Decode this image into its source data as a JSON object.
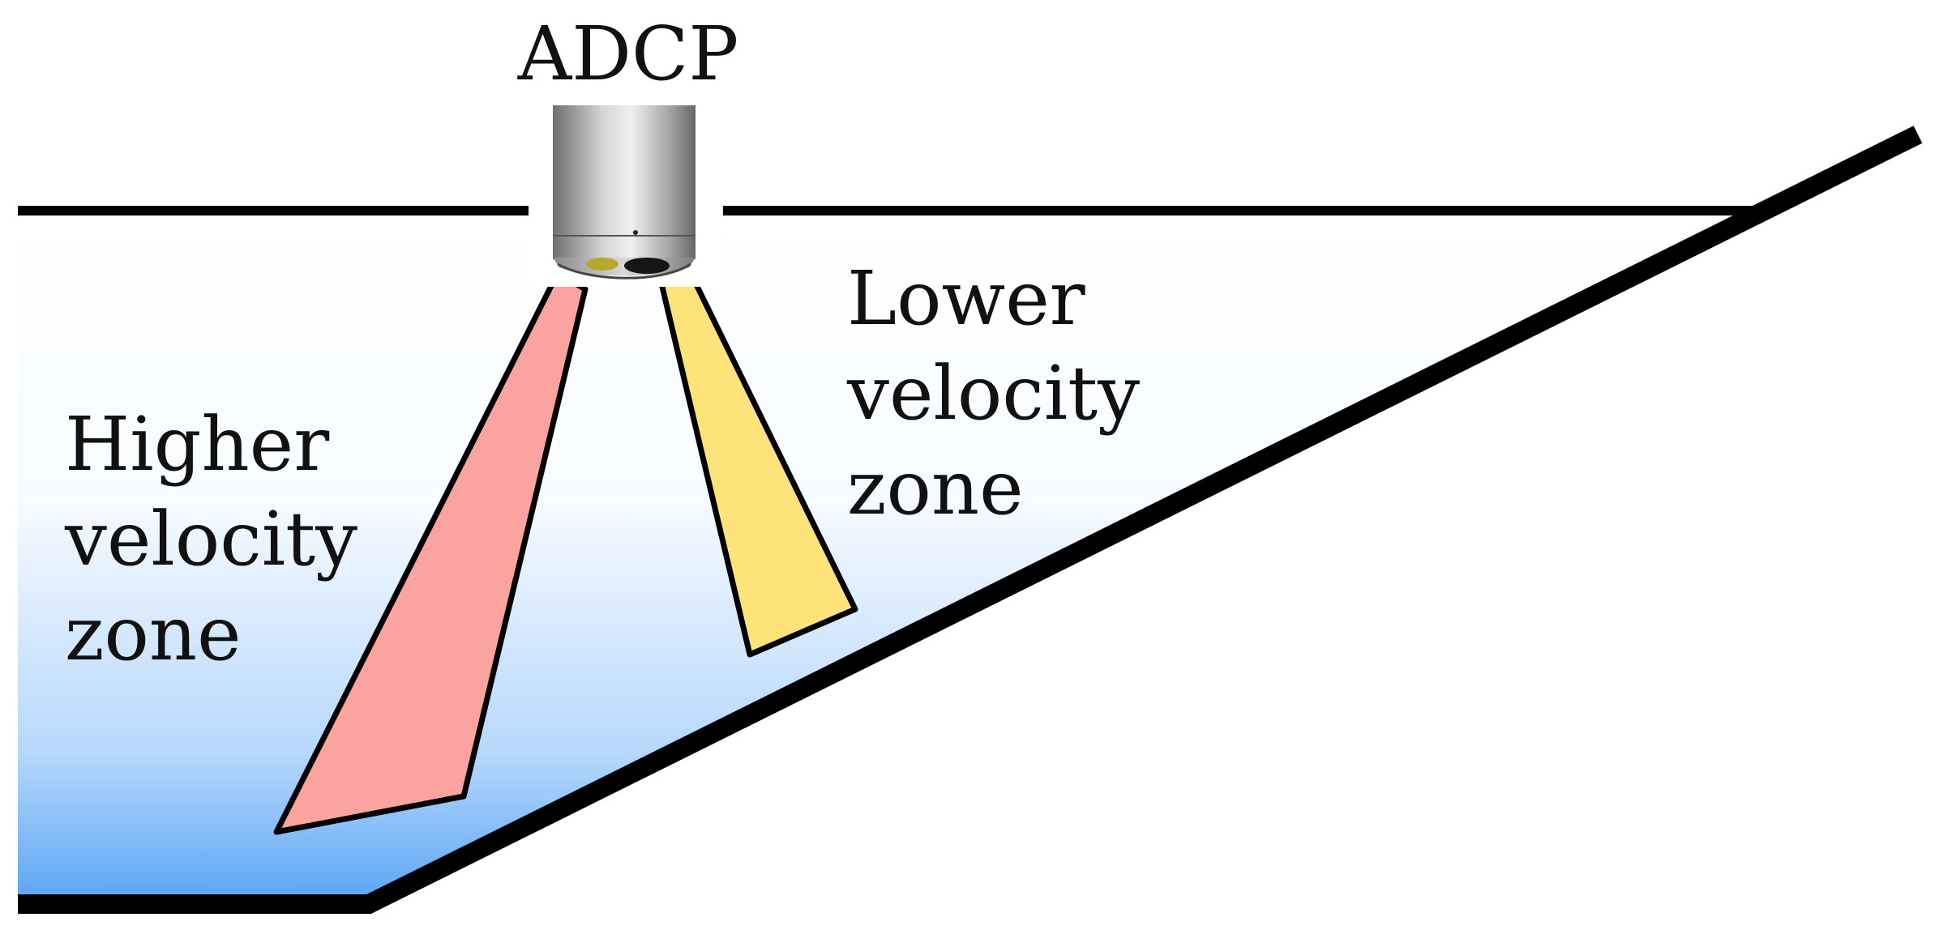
{
  "title": "ADCP",
  "labels": {
    "higher": [
      "Higher",
      "velocity",
      "zone"
    ],
    "lower": [
      "Lower",
      "velocity",
      "zone"
    ]
  },
  "colors": {
    "water_top": "#ffffff",
    "water_bottom": "#5aa5f5",
    "beam_high": "#fba49f",
    "beam_low": "#fde37a",
    "outline": "#000000",
    "sensor_light": "#d8d8d8",
    "sensor_dark": "#6f6f6f",
    "sensor_window_left": "#b7a82a",
    "sensor_window_right": "#151515"
  },
  "icons": {
    "sensor": "adcp-sensor-icon"
  }
}
